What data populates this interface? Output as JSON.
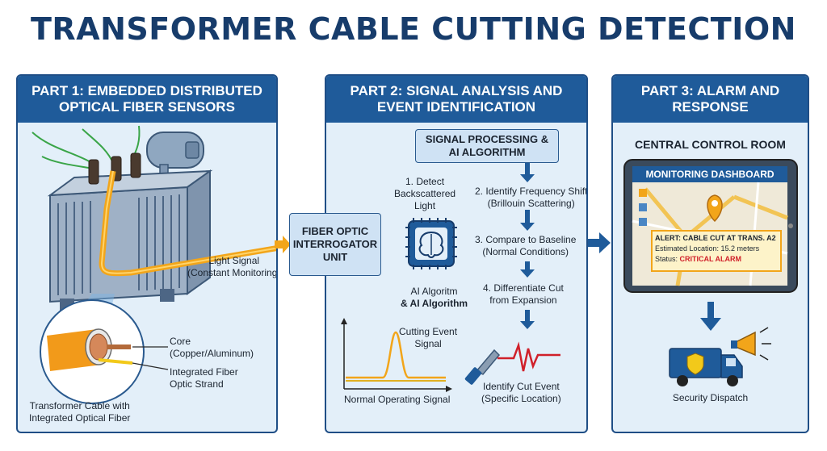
{
  "title": "TRANSFORMER CABLE CUTTING DETECTION",
  "part1": {
    "heading_line1": "PART 1: EMBEDDED DISTRIBUTED",
    "heading_line2": "OPTICAL FIBER SENSORS",
    "light_signal_line1": "Light Signal",
    "light_signal_line2": "(Constant Monitoring)",
    "core_line1": "Core",
    "core_line2": "(Copper/Aluminum)",
    "strand_line1": "Integrated Fiber",
    "strand_line2": "Optic Strand",
    "cable_line1": "Transformer Cable with",
    "cable_line2": "Integrated Optical Fiber"
  },
  "interrogator": {
    "line1": "FIBER OPTIC",
    "line2": "INTERROGATOR",
    "line3": "UNIT"
  },
  "part2": {
    "heading_line1": "PART 2: SIGNAL ANALYSIS AND",
    "heading_line2": "EVENT IDENTIFICATION",
    "processing_line1": "SIGNAL PROCESSING &",
    "processing_line2": "AI ALGORITHM",
    "step1_line1": "1. Detect",
    "step1_line2": "Backscattered",
    "step1_line3": "Light",
    "step2_line1": "2. Identify Frequency Shift",
    "step2_line2": "(Brillouin Scattering)",
    "step3_line1": "3. Compare to Baseline",
    "step3_line2": "(Normal Conditions)",
    "step4_line1": "4. Differentiate Cut",
    "step4_line2": "from Expansion",
    "ai_line1": "AI Algoritm",
    "ai_line2": "& AI Algorithm",
    "cutting_line1": "Cutting Event",
    "cutting_line2": "Signal",
    "normal_signal": "Normal Operating Signal",
    "identify_line1": "Identify Cut Event",
    "identify_line2": "(Specific Location)"
  },
  "part3": {
    "heading_line1": "PART 3: ALARM AND",
    "heading_line2": "RESPONSE",
    "control_room": "CENTRAL CONTROL ROOM",
    "dashboard_title": "MONITORING DASHBOARD",
    "alert_title": "ALERT: CABLE CUT AT TRANS. A2",
    "alert_location": "Estimated Location: 15.2 meters",
    "alert_status_label": "Status: ",
    "alert_status_value": "CRITICAL ALARM",
    "dispatch": "Security Dispatch"
  },
  "colors": {
    "navy": "#173c6b",
    "header_blue": "#1f5b9a",
    "panel_bg": "#e3eff9",
    "signal_orange": "#f2a51a",
    "alarm_red": "#d0202a"
  }
}
